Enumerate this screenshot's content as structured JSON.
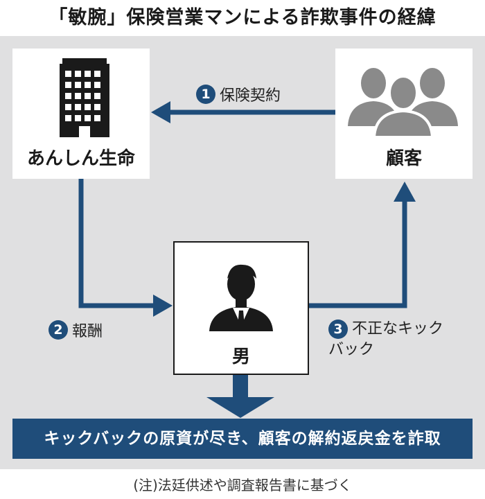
{
  "title": "「敏腕」保険営業マンによる詐欺事件の経緯",
  "nodes": {
    "company": "あんしん生命",
    "customers": "顧客",
    "man": "男"
  },
  "steps": [
    {
      "num": "1",
      "label": "保険契約"
    },
    {
      "num": "2",
      "label": "報酬"
    },
    {
      "num": "3",
      "label_line1": "不正なキック",
      "label_line2": "バック"
    }
  ],
  "banner": "キックバックの原資が尽き、顧客の解約返戻金を詐取",
  "note": "(注)法廷供述や調査報告書に基づく",
  "colors": {
    "arrow": "#1f4d7a",
    "panel": "#e0e0e1",
    "icon": "#8a8a8a"
  },
  "icons": {
    "company": "office-building-icon",
    "customers": "people-group-icon",
    "man": "businessman-icon"
  }
}
